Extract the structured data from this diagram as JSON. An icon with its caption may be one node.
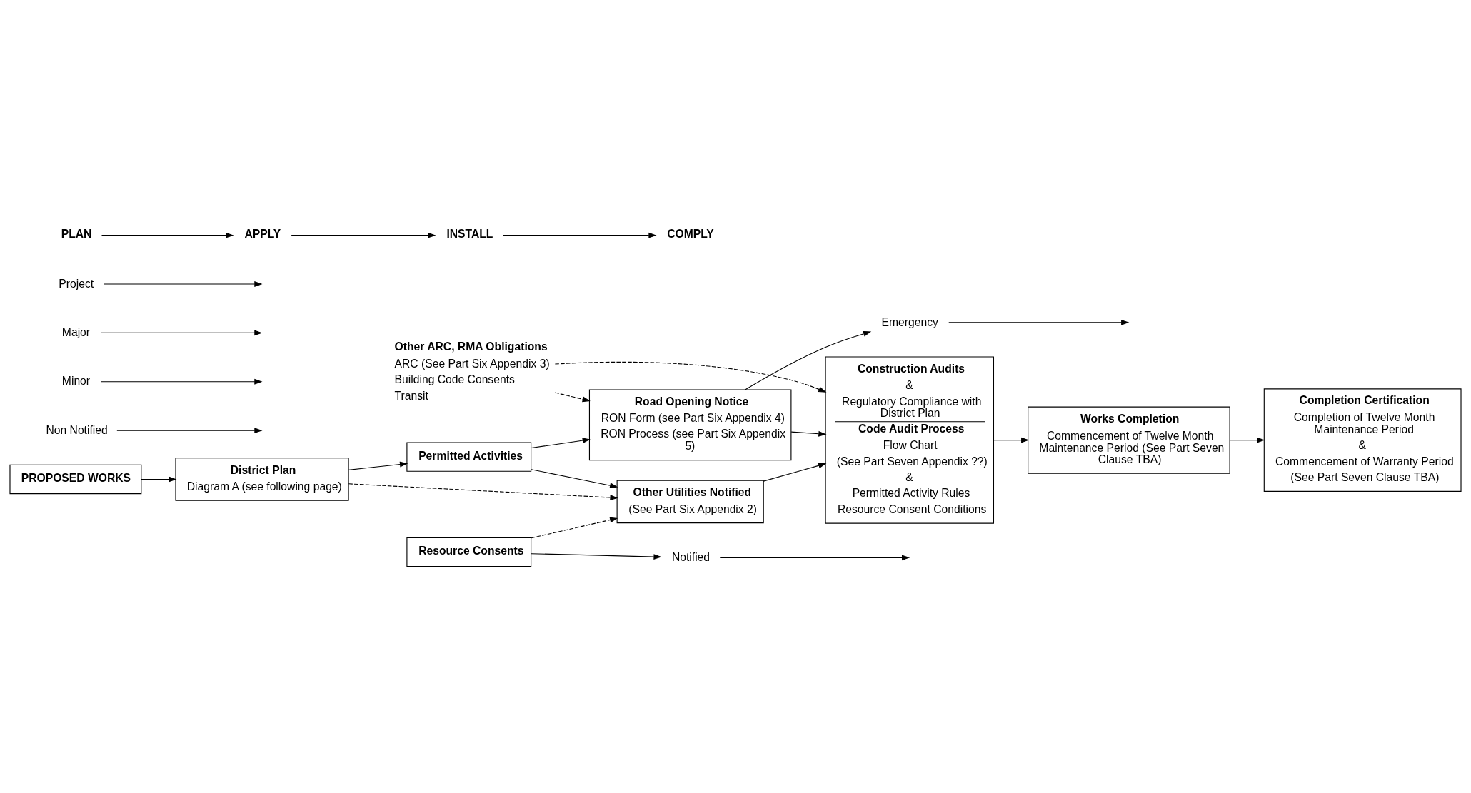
{
  "diagram": {
    "nodes": [
      {
        "text": [
          "PROPOSED WORKS"
        ]
      },
      {
        "text": [
          "District Plan",
          "Diagram A (see following page)"
        ]
      },
      {
        "text": [
          "Resource Consents"
        ]
      },
      {
        "text": [
          "Permitted Activities"
        ]
      },
      {
        "text": [
          "Notified"
        ]
      },
      {
        "text": [
          "Non Notified"
        ]
      },
      {
        "text": [
          "Other Utilities Notified",
          "(See Part Six Appendix 2)"
        ]
      },
      {
        "text": [
          "Road Opening Notice",
          "RON Form (see Part Six Appendix 4)",
          "RON Process (see Part Six Appendix 5)"
        ]
      },
      {
        "text": [
          "Other ARC, RMA Obligations",
          "ARC (See Part Six Appendix 3)",
          "Building Code Consents",
          "Transit"
        ]
      },
      {
        "text": [
          "Emergency"
        ]
      },
      {
        "text": [
          "Minor"
        ]
      },
      {
        "text": [
          "Major"
        ]
      },
      {
        "text": [
          "Project"
        ]
      },
      {
        "text": [
          "Construction Audits",
          "&",
          "Regulatory Compliance with District Plan",
          "Code Audit Process",
          "Flow Chart",
          "(See Part Seven Appendix ??)",
          "&",
          "Permitted Activity Rules",
          "Resource Consent Conditions"
        ]
      },
      {
        "text": [
          "Works Completion",
          "Commencement of Twelve Month Maintenance Period (See Part Seven Clause TBA)"
        ]
      },
      {
        "text": [
          "Completion Certification",
          "Completion of Twelve Month Maintenance Period",
          "&",
          "Commencement of Warranty Period",
          "(See Part Seven Clause TBA)"
        ]
      },
      {
        "text": [
          "PLAN"
        ]
      },
      {
        "text": [
          "APPLY"
        ]
      },
      {
        "text": [
          "INSTALL"
        ]
      },
      {
        "text": [
          "COMPLY"
        ]
      }
    ],
    "edges": [
      {
        "from": 0,
        "to": 1,
        "arrow": "to"
      },
      {
        "from": 1,
        "to": 3,
        "arrow": "to"
      },
      {
        "from": 2,
        "to": 4,
        "arrow": "to"
      },
      {
        "from": 4,
        "to": null,
        "arrow": "to"
      },
      {
        "from": 5,
        "to": null,
        "arrow": "to"
      },
      {
        "from": 1,
        "to": 6,
        "arrow": "to",
        "style": "dashed"
      },
      {
        "from": 2,
        "to": 6,
        "arrow": "to",
        "style": "dashed"
      },
      {
        "from": 3,
        "to": 6,
        "arrow": "to"
      },
      {
        "from": 3,
        "to": 7,
        "arrow": "to"
      },
      {
        "from": 8,
        "to": 7,
        "arrow": "to",
        "style": "dashed"
      },
      {
        "from": 7,
        "to": 9,
        "arrow": "to"
      },
      {
        "from": 9,
        "to": null,
        "arrow": "to"
      },
      {
        "from": 10,
        "to": null,
        "arrow": "to"
      },
      {
        "from": 11,
        "to": null,
        "arrow": "to"
      },
      {
        "from": 12,
        "to": null,
        "arrow": "to"
      },
      {
        "from": 6,
        "to": 13,
        "arrow": "to"
      },
      {
        "from": 7,
        "to": 13,
        "arrow": "to"
      },
      {
        "from": 8,
        "to": 13,
        "arrow": "to",
        "style": "dashed"
      },
      {
        "from": 13,
        "to": 14,
        "arrow": "to"
      },
      {
        "from": 14,
        "to": 15,
        "arrow": "to"
      },
      {
        "from": 16,
        "to": 17,
        "arrow": "to"
      },
      {
        "from": 17,
        "to": 18,
        "arrow": "to"
      },
      {
        "from": 18,
        "to": 19,
        "arrow": "to"
      }
    ]
  }
}
